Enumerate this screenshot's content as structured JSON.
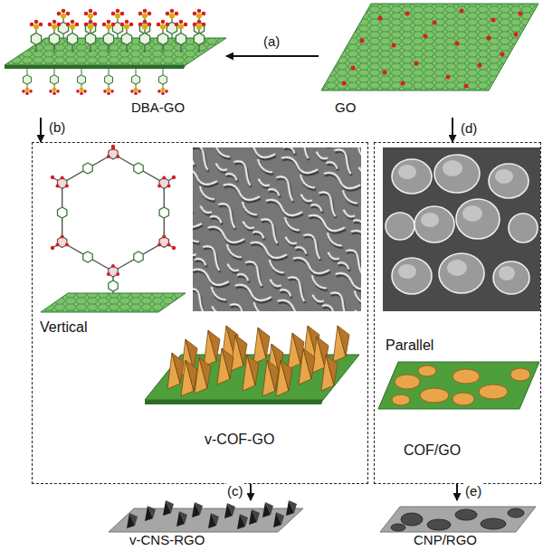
{
  "diagram": {
    "nodes": [
      {
        "text": [
          "DBA-GO"
        ]
      },
      {
        "text": [
          "GO"
        ]
      },
      {
        "text": [
          "Vertical",
          "v-COF-GO"
        ]
      },
      {
        "text": [
          "Parallel",
          "COF/GO"
        ]
      },
      {
        "text": [
          "v-CNS-RGO"
        ]
      },
      {
        "text": [
          "CNP/RGO"
        ]
      }
    ],
    "edges": [
      {
        "from": 1,
        "to": 0,
        "arrow": "to",
        "label": "(a)"
      },
      {
        "from": 0,
        "to": 2,
        "arrow": "to",
        "label": "(b)"
      },
      {
        "from": 2,
        "to": 4,
        "arrow": "to",
        "label": "(c)"
      },
      {
        "from": 1,
        "to": 3,
        "arrow": "to",
        "label": "(d)"
      },
      {
        "from": 3,
        "to": 5,
        "arrow": "to",
        "label": "(e)"
      }
    ]
  }
}
